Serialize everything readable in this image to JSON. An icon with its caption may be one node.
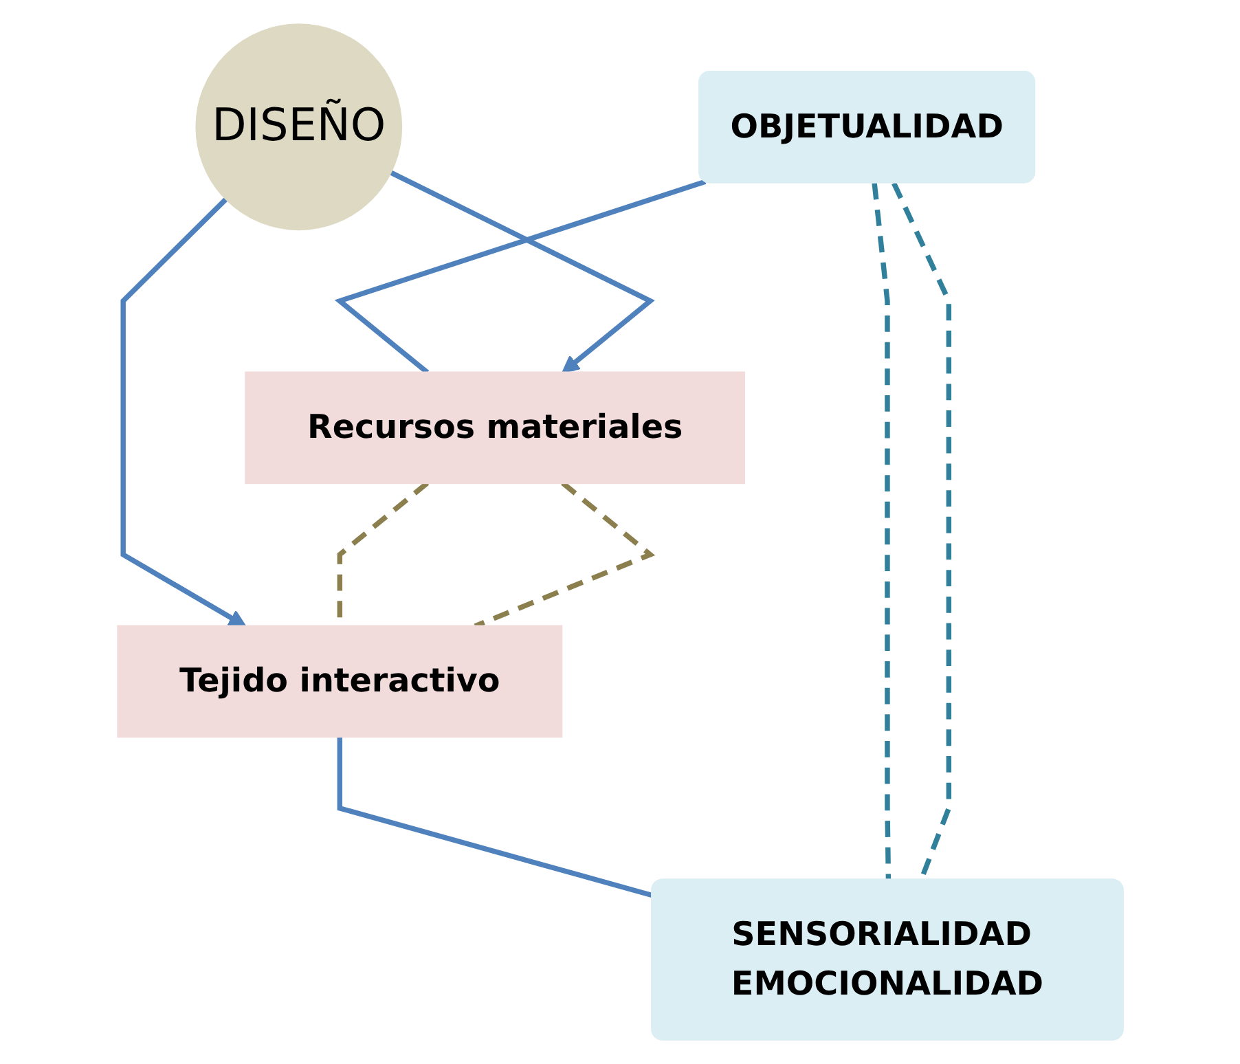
{
  "diagram": {
    "nodes": [
      {
        "text": [
          "OBJETUALIDAD"
        ]
      },
      {
        "text": [
          "Recursos materiales"
        ]
      },
      {
        "text": [
          "DISEÑO"
        ]
      },
      {
        "text": [
          "Tejido interactivo"
        ]
      },
      {
        "text": [
          "SENSORIALIDAD EMOCIONALIDAD"
        ]
      }
    ],
    "edges": [
      {
        "from": 0,
        "to": 1,
        "arrow": "none"
      },
      {
        "from": 2,
        "to": 1,
        "arrow": "to"
      },
      {
        "from": 2,
        "to": 3,
        "arrow": "to"
      },
      {
        "from": 3,
        "to": 4,
        "arrow": "none"
      },
      {
        "from": 1,
        "to": 3,
        "arrow": "none",
        "style": "dashed",
        "color": "#8b7f4e"
      },
      {
        "from": 1,
        "to": 3,
        "arrow": "none",
        "style": "dashed",
        "color": "#8b7f4e"
      },
      {
        "from": 0,
        "to": 4,
        "arrow": "none",
        "style": "dashed",
        "color": "#31809b"
      },
      {
        "from": 0,
        "to": 4,
        "arrow": "none",
        "style": "dashed",
        "color": "#31809b"
      }
    ]
  }
}
